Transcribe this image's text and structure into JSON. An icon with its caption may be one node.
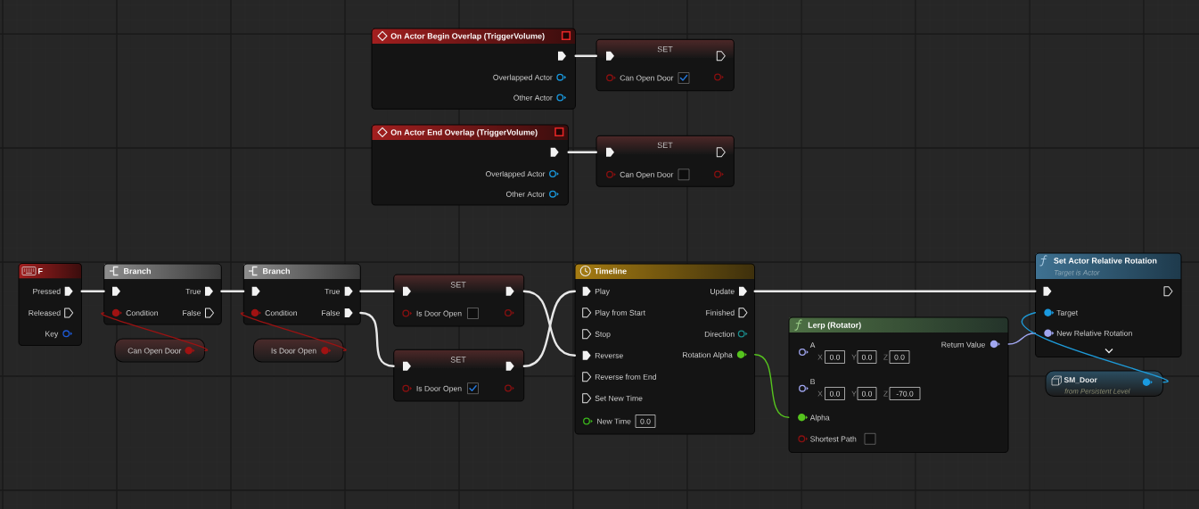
{
  "diagram": {
    "nodes": [
      {
        "text": [
          "On Actor Begin Overlap (TriggerVolume)",
          "Overlapped Actor",
          "Other Actor"
        ]
      },
      {
        "text": [
          "SET",
          "Can Open Door"
        ]
      },
      {
        "text": [
          "On Actor End Overlap (TriggerVolume)",
          "Overlapped Actor",
          "Other Actor"
        ]
      },
      {
        "text": [
          "SET",
          "Can Open Door"
        ]
      },
      {
        "text": [
          "F",
          "Pressed",
          "Released",
          "Key"
        ]
      },
      {
        "text": [
          "Branch",
          "True",
          "Condition",
          "False"
        ]
      },
      {
        "text": [
          "Branch",
          "True",
          "Condition",
          "False"
        ]
      },
      {
        "text": [
          "SET",
          "Is Door Open"
        ]
      },
      {
        "text": [
          "Timeline",
          "Play",
          "Update",
          "Play from Start",
          "Finished",
          "Stop",
          "Direction",
          "Reverse",
          "Rotation Alpha",
          "Reverse from End",
          "Set New Time",
          "New Time",
          "0.0"
        ]
      },
      {
        "text": [
          "Set Actor Relative Rotation",
          "Target is Actor",
          "Target",
          "New Relative Rotation"
        ]
      },
      {
        "text": [
          "Can Open Door"
        ]
      },
      {
        "text": [
          "Is Door Open"
        ]
      },
      {
        "text": [
          "SET",
          "Is Door Open"
        ]
      },
      {
        "text": [
          "Lerp (Rotator)",
          "A",
          "Return Value",
          "X",
          "0.0",
          "Y",
          "0.0",
          "Z",
          "0.0",
          "B",
          "X",
          "0.0",
          "Y",
          "0.0",
          "Z",
          "-70.0",
          "Alpha",
          "Shortest Path"
        ]
      },
      {
        "text": [
          "SM_Door",
          "from Persistent Level"
        ]
      }
    ],
    "edges": [
      {
        "from": 0,
        "to": 1,
        "arrow": "none"
      },
      {
        "from": 2,
        "to": 3,
        "arrow": "none"
      },
      {
        "from": 4,
        "to": 5,
        "arrow": "none"
      },
      {
        "from": 5,
        "to": 6,
        "arrow": "none"
      },
      {
        "from": 6,
        "to": 7,
        "arrow": "none"
      },
      {
        "from": 6,
        "to": 12,
        "arrow": "none"
      },
      {
        "from": 7,
        "to": 8,
        "arrow": "none"
      },
      {
        "from": 12,
        "to": 8,
        "arrow": "none"
      },
      {
        "from": 8,
        "to": 9,
        "arrow": "none"
      },
      {
        "from": 10,
        "to": 5,
        "arrow": "none",
        "color": "#9a1212"
      },
      {
        "from": 11,
        "to": 6,
        "arrow": "none",
        "color": "#9a1212"
      },
      {
        "from": 8,
        "to": 13,
        "arrow": "none",
        "color": "#56c41e"
      },
      {
        "from": 13,
        "to": 9,
        "arrow": "none",
        "color": "#a0a6f0"
      },
      {
        "from": 14,
        "to": 9,
        "arrow": "none",
        "color": "#1e9ad8"
      }
    ]
  }
}
